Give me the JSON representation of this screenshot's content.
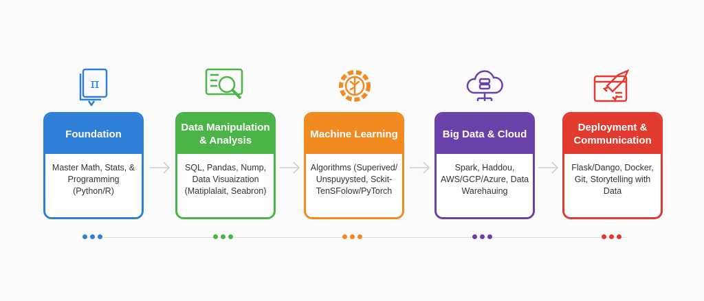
{
  "stages": [
    {
      "title": "Foundation",
      "body": "Master Math, Stats, & Programming (Python/R)",
      "color": "#2f7fd6",
      "icon": "book-pi-icon"
    },
    {
      "title": "Data Manipulation & Analysis",
      "body": "SQL, Pandas, Nump, Data Visuaization (Matiplalait, Seabron)",
      "color": "#4bb446",
      "icon": "magnifier-chart-icon"
    },
    {
      "title": "Machine Learning",
      "body": "Algorithms (Superived/ Unspuyysted, Sckit- TenSFolow/PyTorch",
      "color": "#f28a22",
      "icon": "gear-brain-icon"
    },
    {
      "title": "Big Data & Cloud",
      "body": "Spark, Haddou, AWS/GCP/Azure, Data Warehauing",
      "color": "#6a41a8",
      "icon": "cloud-database-icon"
    },
    {
      "title": "Deployment & Communication",
      "body": "Flask/Dango, Docker, Git, Storytelling with Data",
      "color": "#e13a2f",
      "icon": "rocket-window-icon"
    }
  ]
}
